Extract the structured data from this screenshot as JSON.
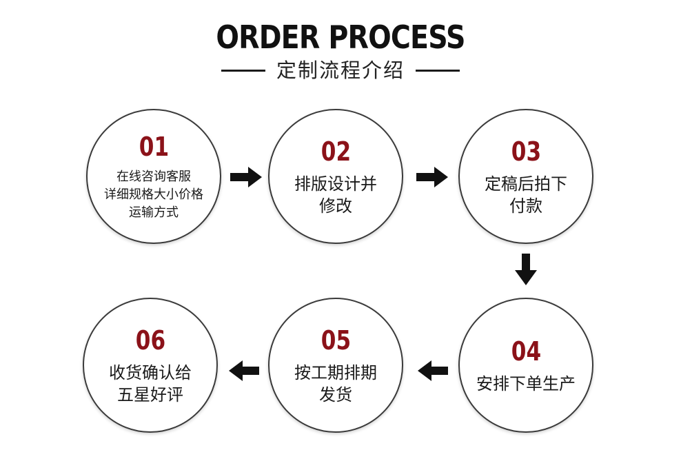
{
  "header": {
    "title": "ORDER PROCESS",
    "subtitle": "定制流程介绍"
  },
  "steps": [
    {
      "number": "01",
      "text": "在线咨询客服\n详细规格大小价格\n运输方式"
    },
    {
      "number": "02",
      "text": "排版设计并\n修改"
    },
    {
      "number": "03",
      "text": "定稿后拍下\n付款"
    },
    {
      "number": "04",
      "text": "安排下单生产"
    },
    {
      "number": "05",
      "text": "按工期排期\n发货"
    },
    {
      "number": "06",
      "text": "收货确认给\n五星好评"
    }
  ],
  "colors": {
    "accent": "#8b1219",
    "text": "#1a1a1a",
    "circle_border": "#3a3a3a"
  },
  "icons": {
    "arrow_1_2": "arrow-right-icon",
    "arrow_2_3": "arrow-right-icon",
    "arrow_3_4": "arrow-down-icon",
    "arrow_4_5": "arrow-left-icon",
    "arrow_5_6": "arrow-left-icon"
  }
}
